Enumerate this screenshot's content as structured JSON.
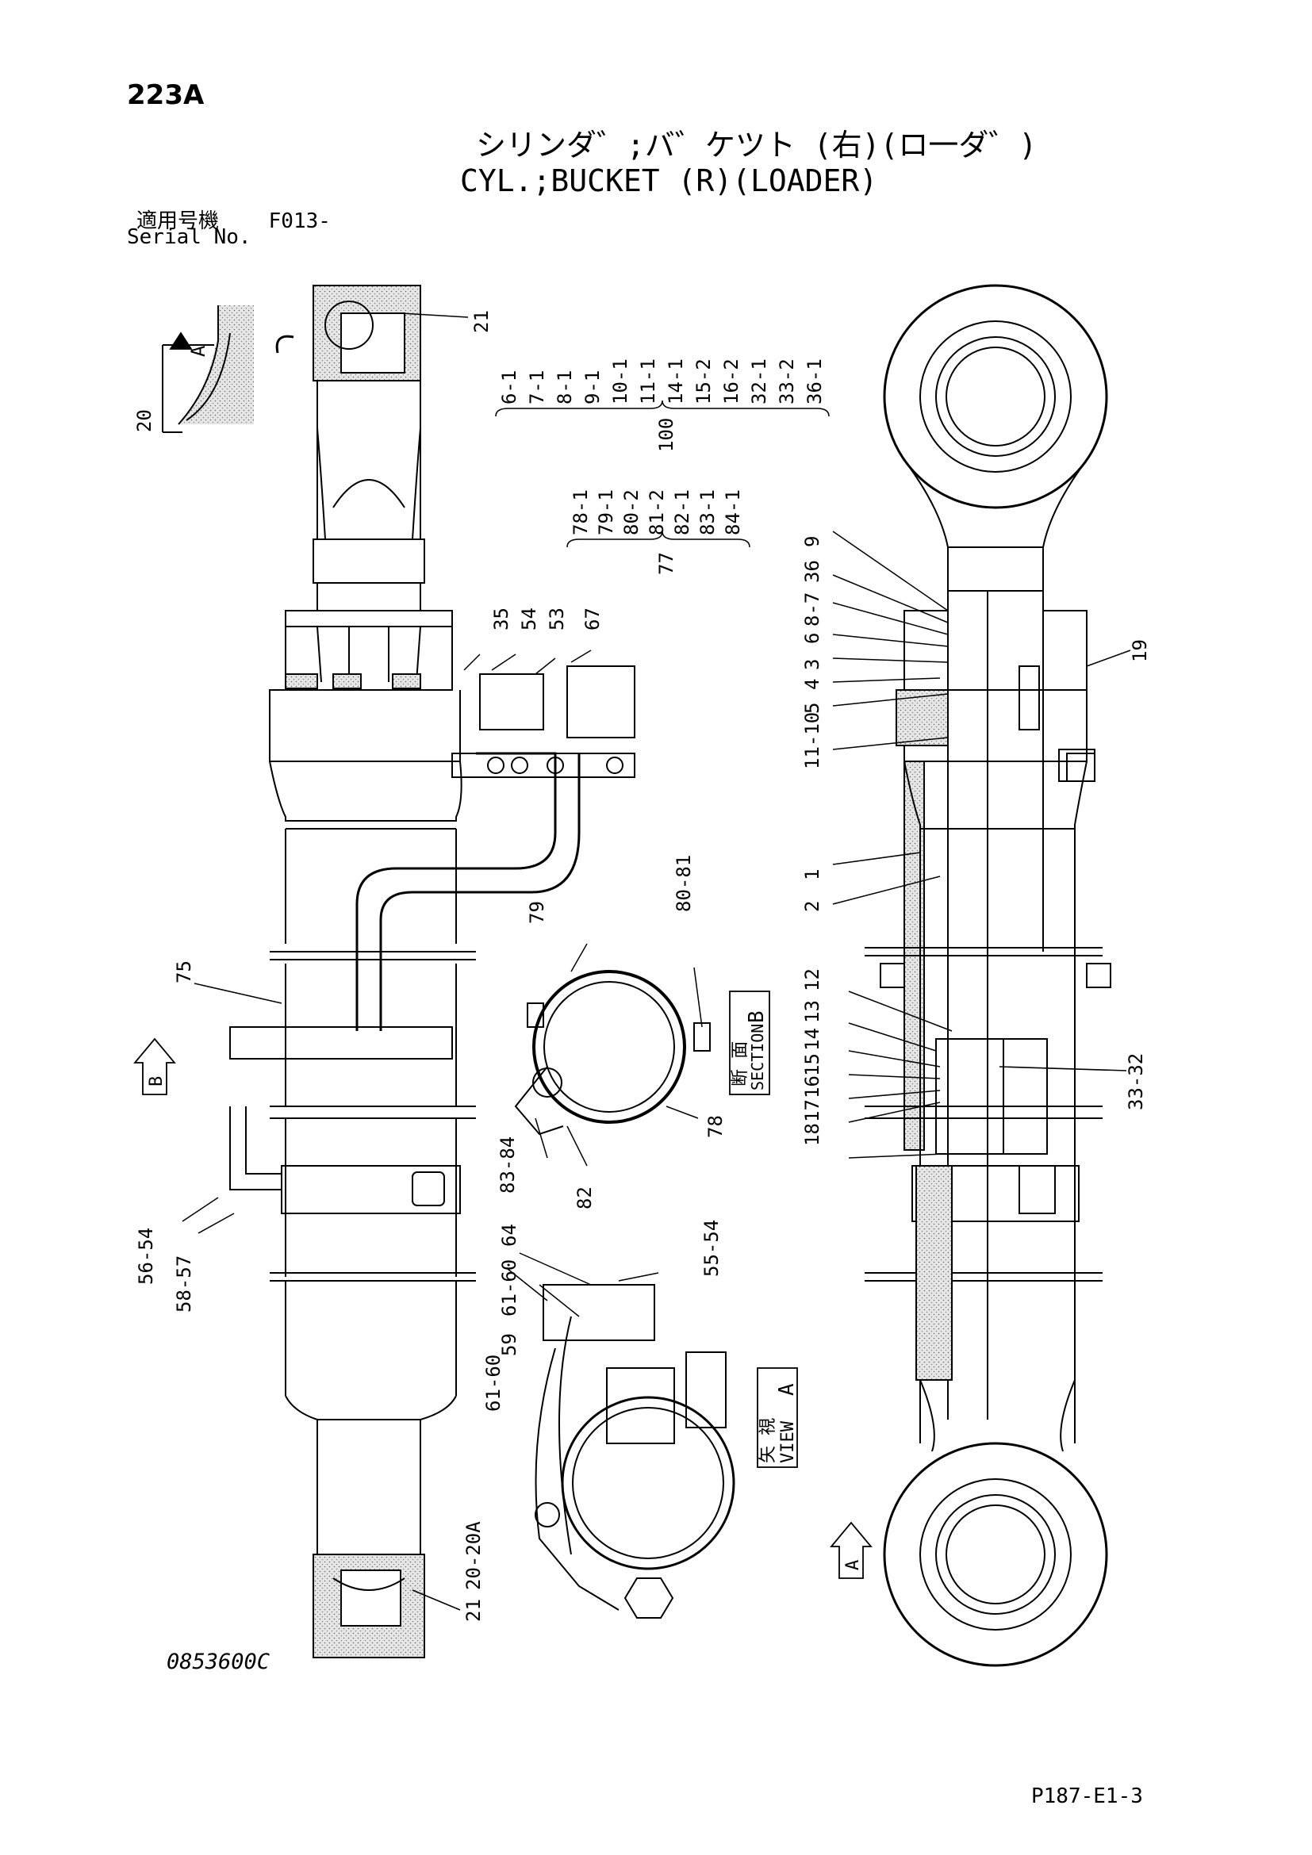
{
  "page": {
    "page_number": "223A",
    "title_jp": "シリンダ゛;バ゛ケツト (右)(ロ一ダ゛)",
    "title_en": "CYL.;BUCKET (R)(LOADER)",
    "serial_label_jp": "適用号機",
    "serial_value": "F013-",
    "serial_label_en": "Serial No.",
    "drawing_number": "0853600C",
    "document_ref": "P187-E1-3"
  },
  "views": {
    "detail_a": "A",
    "section_b_jp": "断 面",
    "section_b_en": "SECTION",
    "section_b_letter": "B",
    "view_a_jp": "矢 視",
    "view_a_en": "VIEW",
    "view_a_letter": "A",
    "arrow_b": "B",
    "arrow_a": "A"
  },
  "kit_100": {
    "number": "100",
    "items": [
      "6-1",
      "7-1",
      "8-1",
      "9-1",
      "10-1",
      "11-1",
      "14-1",
      "15-2",
      "16-2",
      "32-1",
      "33-2",
      "36-1"
    ]
  },
  "kit_77": {
    "number": "77",
    "items": [
      "78-1",
      "79-1",
      "80-2",
      "81-2",
      "82-1",
      "83-1",
      "84-1"
    ]
  },
  "part_labels": [
    "20",
    "21",
    "35",
    "54",
    "53",
    "67",
    "75",
    "79",
    "80-81",
    "78",
    "82",
    "83-84",
    "56-54",
    "58-57",
    "61-60",
    "59",
    "61-60",
    "64",
    "55-54",
    "21",
    "20-20A",
    "9",
    "36",
    "8-7",
    "6",
    "3",
    "4",
    "5",
    "11-10",
    "19",
    "1",
    "2",
    "12",
    "13",
    "14",
    "15",
    "16",
    "17",
    "18",
    "33-32"
  ]
}
